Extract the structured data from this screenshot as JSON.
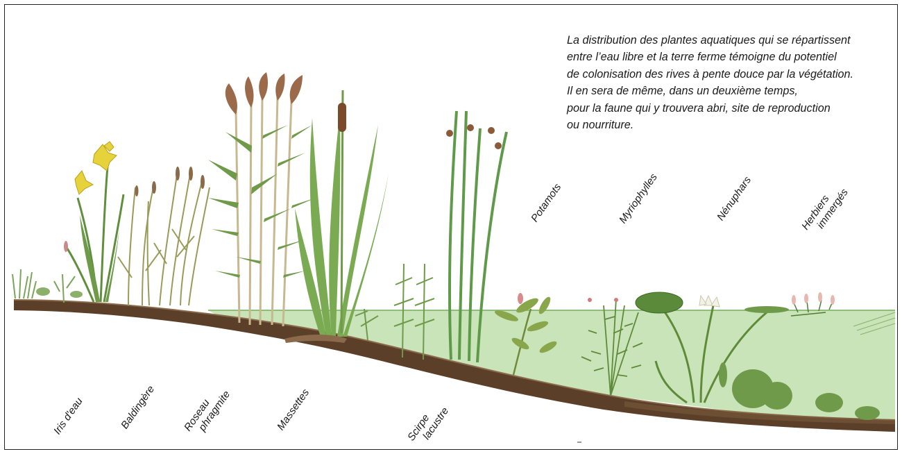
{
  "caption": [
    "La distribution des plantes aquatiques qui se répartissent",
    "entre l’eau libre et la terre ferme témoigne du potentiel",
    "de colonisation des rives à pente douce par la végétation.",
    "Il en sera de même, dans un deuxième temps,",
    "pour la faune qui y trouvera abri, site de reproduction",
    "ou nourriture."
  ],
  "shore_labels": {
    "iris": "Iris d'eau",
    "baldingere": "Baldingère",
    "roseau_1": "Roseau",
    "roseau_2": "phragmite",
    "massettes": "Massettes",
    "scirpe_1": "Scirpe",
    "scirpe_2": "lacustre"
  },
  "water_labels": {
    "potamots": "Potamots",
    "myriophylles": "Myriophylles",
    "nenuphars": "Nénuphars",
    "herbiers_1": "Herbiers",
    "herbiers_2": "immergés"
  },
  "colors": {
    "water": "#c8e3b6",
    "water_surface": "#9cc98a",
    "soil": "#5a3e28",
    "leaf": "#6f9a4a",
    "leaf_dark": "#4f7a34",
    "reed_head": "#8b5a3a",
    "iris_flower": "#e8d43a"
  }
}
